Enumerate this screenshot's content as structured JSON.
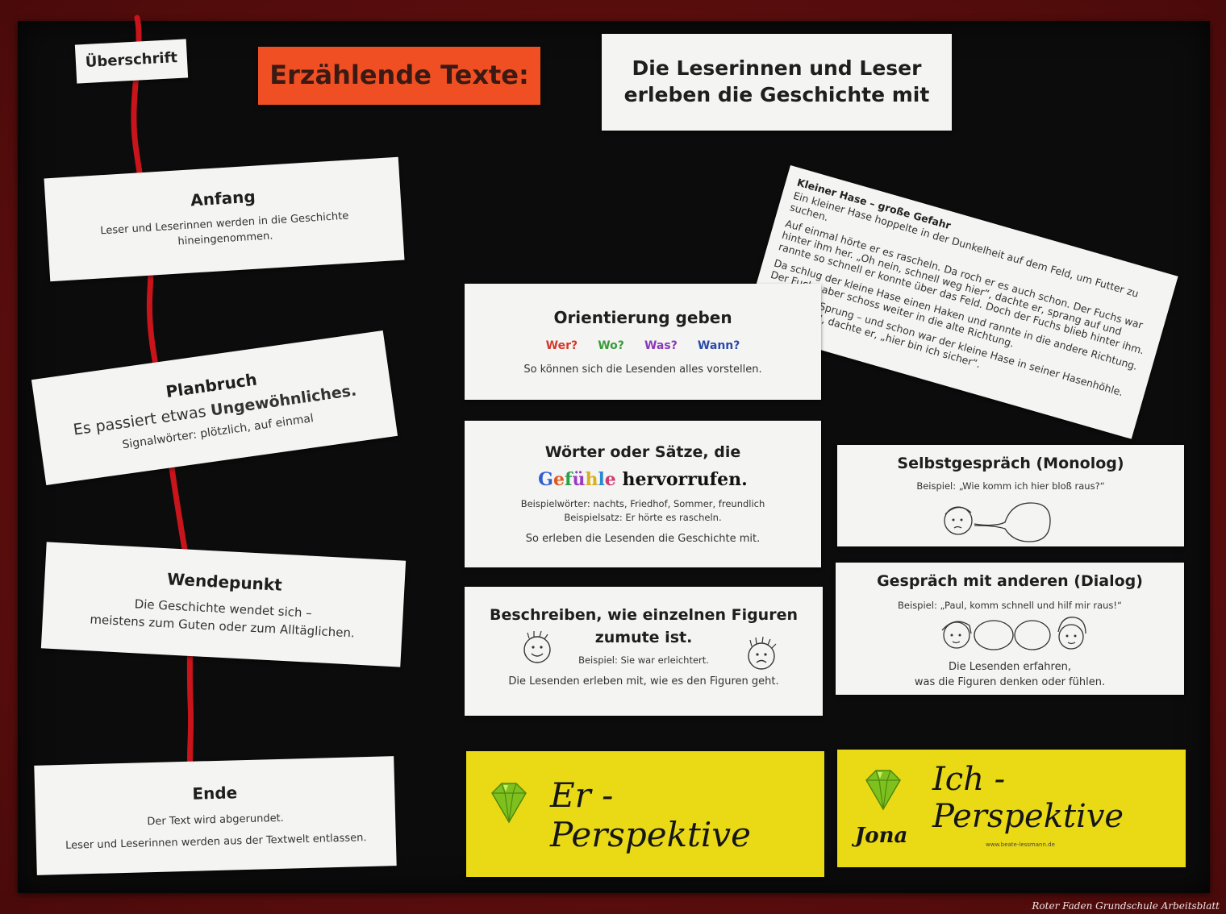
{
  "board": {
    "label_ueberschrift": "Überschrift",
    "title": "Erzählende Texte:",
    "subtitle_line1": "Die Leserinnen und Leser",
    "subtitle_line2": "erleben die Geschichte mit"
  },
  "story_card": {
    "title": "Kleiner Hase – große Gefahr",
    "p1": "Ein kleiner Hase hoppelte in der Dunkelheit auf dem Feld, um Futter zu suchen.",
    "p2": "Auf einmal hörte er es rascheln. Da roch er es auch schon. Der Fuchs war hinter ihm her. „Oh nein, schnell weg hier“, dachte er, sprang auf und rannte so schnell er konnte über das Feld. Doch der Fuchs blieb hinter ihm.",
    "p3": "Da schlug der kleine Hase einen Haken und rannte in die andere Richtung. Der Fuchs aber schoss weiter in die alte Richtung.",
    "p4": "Ein großer Sprung – und schon war der kleine Hase in seiner Hasenhöhle. „Ein Glück!“, dachte er, „hier bin ich sicher“."
  },
  "anfang": {
    "title": "Anfang",
    "line1": "Leser und Leserinnen werden in die Geschichte",
    "line2": "hineingenommen."
  },
  "planbruch": {
    "title": "Planbruch",
    "line1_a": "Es passiert etwas ",
    "line1_b": "Ungewöhnliches.",
    "line2": "Signalwörter: plötzlich, auf einmal"
  },
  "wendepunkt": {
    "title": "Wendepunkt",
    "line1": "Die Geschichte wendet sich –",
    "line2": "meistens zum Guten oder zum Alltäglichen."
  },
  "ende": {
    "title": "Ende",
    "line1": "Der Text wird abgerundet.",
    "line2": "Leser und Leserinnen werden aus der Textwelt entlassen."
  },
  "orientierung": {
    "title": "Orientierung geben",
    "questions": [
      {
        "text": "Wer?",
        "color": "#d43a2a"
      },
      {
        "text": "Wo?",
        "color": "#3a9a3a"
      },
      {
        "text": "Was?",
        "color": "#8a3ab8"
      },
      {
        "text": "Wann?",
        "color": "#2a4aaa"
      }
    ],
    "line": "So können sich die Lesenden alles vorstellen."
  },
  "gefuehle": {
    "title": "Wörter oder Sätze, die",
    "word1": "Gefühle",
    "word2": "hervorrufen.",
    "word1_colors": [
      "#2f5fd0",
      "#e05a20",
      "#2aa04a",
      "#9a3ac0",
      "#d8b020",
      "#2a8ad0",
      "#d03a70"
    ],
    "ex1": "Beispielwörter: nachts, Friedhof, Sommer, freundlich",
    "ex2": "Beispielsatz: Er hörte es rascheln.",
    "line": "So erleben die Lesenden die Geschichte mit."
  },
  "beschreiben": {
    "title1": "Beschreiben, wie einzelnen Figuren",
    "title2": "zumute ist.",
    "example": "Beispiel: Sie war erleichtert.",
    "line": "Die Lesenden erleben mit, wie es den Figuren geht."
  },
  "monolog": {
    "title": "Selbstgespräch (Monolog)",
    "example": "Beispiel: „Wie komm ich hier bloß raus?“"
  },
  "dialog": {
    "title": "Gespräch mit anderen (Dialog)",
    "example": "Beispiel: „Paul, komm schnell und hilf mir raus!“",
    "line1": "Die Lesenden erfahren,",
    "line2": "was die Figuren denken oder fühlen."
  },
  "er_card": {
    "text": "Er - Perspektive"
  },
  "ich_card": {
    "text": "Ich - Perspektive",
    "name": "Jona",
    "website": "www.beate-lessmann.de"
  },
  "caption": "Roter Faden Grundschule Arbeitsblatt",
  "colors": {
    "board": "#0c0c0c",
    "card": "#f4f4f2",
    "title_card": "#ef4f23",
    "perspective_card": "#eada16",
    "thread": "#c8141a",
    "gem": "#7ec11e"
  }
}
